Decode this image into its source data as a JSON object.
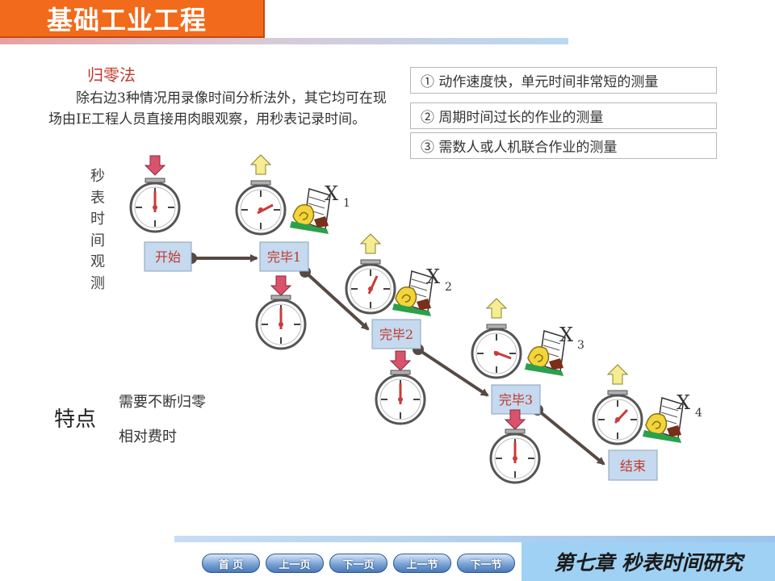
{
  "header": {
    "title": "基础工业工程"
  },
  "method": {
    "title": "归零法",
    "intro": "除右边3种情况用录像时间分析法外，其它均可在现场由IE工程人员直接用肉眼观察，用秒表记录时间。"
  },
  "cases": [
    "① 动作速度快，单元时间非常短的测量",
    "② 周期时间过长的作业的测量",
    "③ 需数人或人机联合作业的测量"
  ],
  "vertical_label": "秒表时间观测",
  "diagram": {
    "nodes": [
      "开始",
      "完毕1",
      "完毕2",
      "完毕3",
      "结束"
    ],
    "x_labels": [
      {
        "main": "X",
        "sub": "1"
      },
      {
        "main": "X",
        "sub": "2"
      },
      {
        "main": "X",
        "sub": "3"
      },
      {
        "main": "X",
        "sub": "4"
      }
    ],
    "colors": {
      "node_fill": "#c5d9ef",
      "arrow": "#554a44",
      "press": "#d9536d",
      "release": "#f6ec91",
      "hand": "#c83c3c"
    }
  },
  "features": {
    "title": "特点",
    "items": [
      "需要不断归零",
      "相对费时"
    ]
  },
  "footer": {
    "nav": [
      "首 页",
      "上一页",
      "下一页",
      "上一节",
      "下一节"
    ],
    "chapter": "第七章 秒表时间研究"
  }
}
